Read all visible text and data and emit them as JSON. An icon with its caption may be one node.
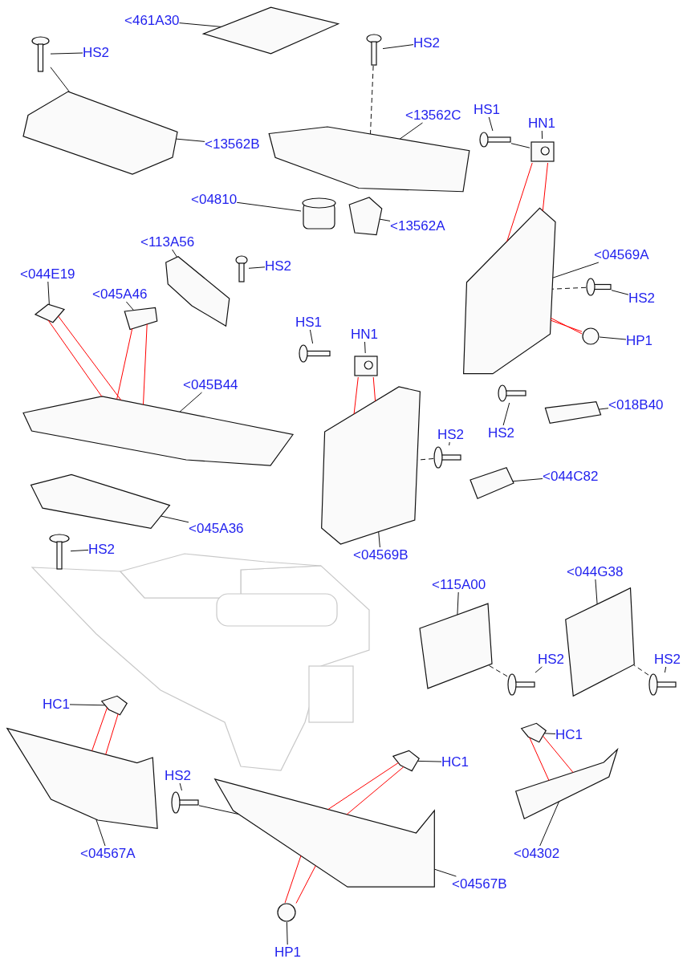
{
  "diagram": {
    "nodes": [
      {
        "text": [
          "<461A30"
        ]
      },
      {
        "text": [],
        "shape": "picture"
      },
      {
        "text": [
          "HS2"
        ]
      },
      {
        "text": [],
        "shape": "picture"
      },
      {
        "text": [
          "<13562B"
        ]
      },
      {
        "text": [],
        "shape": "picture"
      },
      {
        "text": [
          "HS2"
        ]
      },
      {
        "text": [],
        "shape": "picture"
      },
      {
        "text": [
          "<13562C"
        ]
      },
      {
        "text": [],
        "shape": "picture"
      },
      {
        "text": [
          "HS1"
        ]
      },
      {
        "text": [],
        "shape": "picture"
      },
      {
        "text": [
          "HN1"
        ]
      },
      {
        "text": [],
        "shape": "picture"
      },
      {
        "text": [
          "<04810"
        ]
      },
      {
        "text": [],
        "shape": "cylinder"
      },
      {
        "text": [
          "<13562A"
        ]
      },
      {
        "text": [],
        "shape": "picture"
      },
      {
        "text": [
          "<04569A"
        ]
      },
      {
        "text": [],
        "shape": "picture"
      },
      {
        "text": [
          "HS2"
        ]
      },
      {
        "text": [],
        "shape": "picture"
      },
      {
        "text": [
          "HP1"
        ]
      },
      {
        "text": [],
        "shape": "circle"
      },
      {
        "text": [
          "<113A56"
        ]
      },
      {
        "text": [],
        "shape": "picture"
      },
      {
        "text": [
          "HS2"
        ]
      },
      {
        "text": [],
        "shape": "picture"
      },
      {
        "text": [
          "<044E19"
        ]
      },
      {
        "text": [],
        "shape": "picture"
      },
      {
        "text": [
          "<045A46"
        ]
      },
      {
        "text": [],
        "shape": "picture"
      },
      {
        "text": [
          "HS1"
        ]
      },
      {
        "text": [],
        "shape": "picture"
      },
      {
        "text": [
          "HN1"
        ]
      },
      {
        "text": [],
        "shape": "picture"
      },
      {
        "text": [
          "<045B44"
        ]
      },
      {
        "text": [],
        "shape": "picture"
      },
      {
        "text": [
          "HS2"
        ]
      },
      {
        "text": [],
        "shape": "picture"
      },
      {
        "text": [
          "HS2"
        ]
      },
      {
        "text": [],
        "shape": "picture"
      },
      {
        "text": [
          "<018B40"
        ]
      },
      {
        "text": [],
        "shape": "picture"
      },
      {
        "text": [
          "<04569B"
        ]
      },
      {
        "text": [],
        "shape": "picture"
      },
      {
        "text": [
          "<044C82"
        ]
      },
      {
        "text": [],
        "shape": "picture"
      },
      {
        "text": [
          "<045A36"
        ]
      },
      {
        "text": [],
        "shape": "picture"
      },
      {
        "text": [
          "HS2"
        ]
      },
      {
        "text": [],
        "shape": "picture"
      },
      {
        "text": [
          "<115A00"
        ]
      },
      {
        "text": [],
        "shape": "picture"
      },
      {
        "text": [
          "HS2"
        ]
      },
      {
        "text": [],
        "shape": "picture"
      },
      {
        "text": [
          "<044G38"
        ]
      },
      {
        "text": [],
        "shape": "picture"
      },
      {
        "text": [
          "HS2"
        ]
      },
      {
        "text": [],
        "shape": "picture"
      },
      {
        "text": [
          "HC1"
        ]
      },
      {
        "text": [],
        "shape": "picture"
      },
      {
        "text": [
          "<04567A"
        ]
      },
      {
        "text": [],
        "shape": "picture"
      },
      {
        "text": [
          "HS2"
        ]
      },
      {
        "text": [],
        "shape": "picture"
      },
      {
        "text": [
          "HC1"
        ]
      },
      {
        "text": [],
        "shape": "picture"
      },
      {
        "text": [
          "<04567B"
        ]
      },
      {
        "text": [],
        "shape": "picture"
      },
      {
        "text": [
          "HP1"
        ]
      },
      {
        "text": [],
        "shape": "circle"
      },
      {
        "text": [
          "HC1"
        ]
      },
      {
        "text": [],
        "shape": "picture"
      },
      {
        "text": [
          "<04302"
        ]
      },
      {
        "text": [],
        "shape": "picture"
      }
    ],
    "edges": [
      {
        "from": 0,
        "to": 1,
        "arrow": "none"
      },
      {
        "from": 2,
        "to": 3,
        "arrow": "none"
      },
      {
        "from": 4,
        "to": 5,
        "arrow": "none"
      },
      {
        "from": 6,
        "to": 7,
        "arrow": "none"
      },
      {
        "from": 8,
        "to": 9,
        "arrow": "none"
      },
      {
        "from": 10,
        "to": 11,
        "arrow": "none"
      },
      {
        "from": 12,
        "to": 13,
        "arrow": "none"
      },
      {
        "from": 14,
        "to": 15,
        "arrow": "none"
      },
      {
        "from": 16,
        "to": 17,
        "arrow": "none"
      },
      {
        "from": 18,
        "to": 19,
        "arrow": "none"
      },
      {
        "from": 20,
        "to": 21,
        "arrow": "none"
      },
      {
        "from": 22,
        "to": 23,
        "arrow": "none"
      },
      {
        "from": 24,
        "to": 25,
        "arrow": "none"
      },
      {
        "from": 26,
        "to": 27,
        "arrow": "none"
      },
      {
        "from": 28,
        "to": 29,
        "arrow": "none"
      },
      {
        "from": 30,
        "to": 31,
        "arrow": "none"
      },
      {
        "from": 32,
        "to": 33,
        "arrow": "none"
      },
      {
        "from": 34,
        "to": 35,
        "arrow": "none"
      },
      {
        "from": 36,
        "to": 37,
        "arrow": "none"
      },
      {
        "from": 38,
        "to": 39,
        "arrow": "none"
      },
      {
        "from": 40,
        "to": 41,
        "arrow": "none"
      },
      {
        "from": 42,
        "to": 43,
        "arrow": "none"
      },
      {
        "from": 44,
        "to": 45,
        "arrow": "none"
      },
      {
        "from": 46,
        "to": 47,
        "arrow": "none"
      },
      {
        "from": 48,
        "to": 49,
        "arrow": "none"
      },
      {
        "from": 50,
        "to": 51,
        "arrow": "none"
      },
      {
        "from": 52,
        "to": 53,
        "arrow": "none"
      },
      {
        "from": 54,
        "to": 55,
        "arrow": "none"
      },
      {
        "from": 56,
        "to": 57,
        "arrow": "none"
      },
      {
        "from": 58,
        "to": 59,
        "arrow": "none"
      },
      {
        "from": 60,
        "to": 61,
        "arrow": "none"
      },
      {
        "from": 62,
        "to": 63,
        "arrow": "none"
      },
      {
        "from": 64,
        "to": 65,
        "arrow": "none"
      },
      {
        "from": 66,
        "to": 67,
        "arrow": "none"
      },
      {
        "from": 68,
        "to": 69,
        "arrow": "none"
      },
      {
        "from": 70,
        "to": 71,
        "arrow": "none"
      },
      {
        "from": 72,
        "to": 73,
        "arrow": "none"
      },
      {
        "from": 74,
        "to": 75,
        "arrow": "none"
      },
      {
        "from": 13,
        "to": 19,
        "arrow": "none",
        "color": "#ff0000"
      },
      {
        "from": 13,
        "to": 19,
        "arrow": "none",
        "color": "#ff0000"
      },
      {
        "from": 23,
        "to": 19,
        "arrow": "none",
        "color": "#ff0000"
      },
      {
        "from": 23,
        "to": 19,
        "arrow": "none",
        "color": "#ff0000"
      },
      {
        "from": 29,
        "to": 37,
        "arrow": "none",
        "color": "#ff0000"
      },
      {
        "from": 29,
        "to": 37,
        "arrow": "none",
        "color": "#ff0000"
      },
      {
        "from": 31,
        "to": 37,
        "arrow": "none",
        "color": "#ff0000"
      },
      {
        "from": 31,
        "to": 37,
        "arrow": "none",
        "color": "#ff0000"
      },
      {
        "from": 35,
        "to": 45,
        "arrow": "none",
        "color": "#ff0000"
      },
      {
        "from": 35,
        "to": 45,
        "arrow": "none",
        "color": "#ff0000"
      },
      {
        "from": 61,
        "to": 63,
        "arrow": "none",
        "color": "#ff0000"
      },
      {
        "from": 61,
        "to": 63,
        "arrow": "none",
        "color": "#ff0000"
      },
      {
        "from": 67,
        "to": 69,
        "arrow": "none",
        "color": "#ff0000"
      },
      {
        "from": 67,
        "to": 69,
        "arrow": "none",
        "color": "#ff0000"
      },
      {
        "from": 73,
        "to": 75,
        "arrow": "none",
        "color": "#ff0000"
      },
      {
        "from": 73,
        "to": 75,
        "arrow": "none",
        "color": "#ff0000"
      },
      {
        "from": 71,
        "to": 69,
        "arrow": "none",
        "color": "#ff0000"
      },
      {
        "from": 71,
        "to": 69,
        "arrow": "none",
        "color": "#ff0000"
      },
      {
        "from": 7,
        "to": 9,
        "arrow": "none",
        "style": "dashed"
      },
      {
        "from": 21,
        "to": 19,
        "arrow": "none",
        "style": "dashed"
      },
      {
        "from": 39,
        "to": 45,
        "arrow": "none",
        "style": "dashed"
      },
      {
        "from": 55,
        "to": 53,
        "arrow": "none",
        "style": "dashed"
      },
      {
        "from": 59,
        "to": 57,
        "arrow": "none",
        "style": "dashed"
      },
      {
        "from": 3,
        "to": 5,
        "arrow": "none"
      },
      {
        "from": 11,
        "to": 13,
        "arrow": "none"
      },
      {
        "from": 65,
        "to": 69,
        "arrow": "none"
      }
    ]
  }
}
